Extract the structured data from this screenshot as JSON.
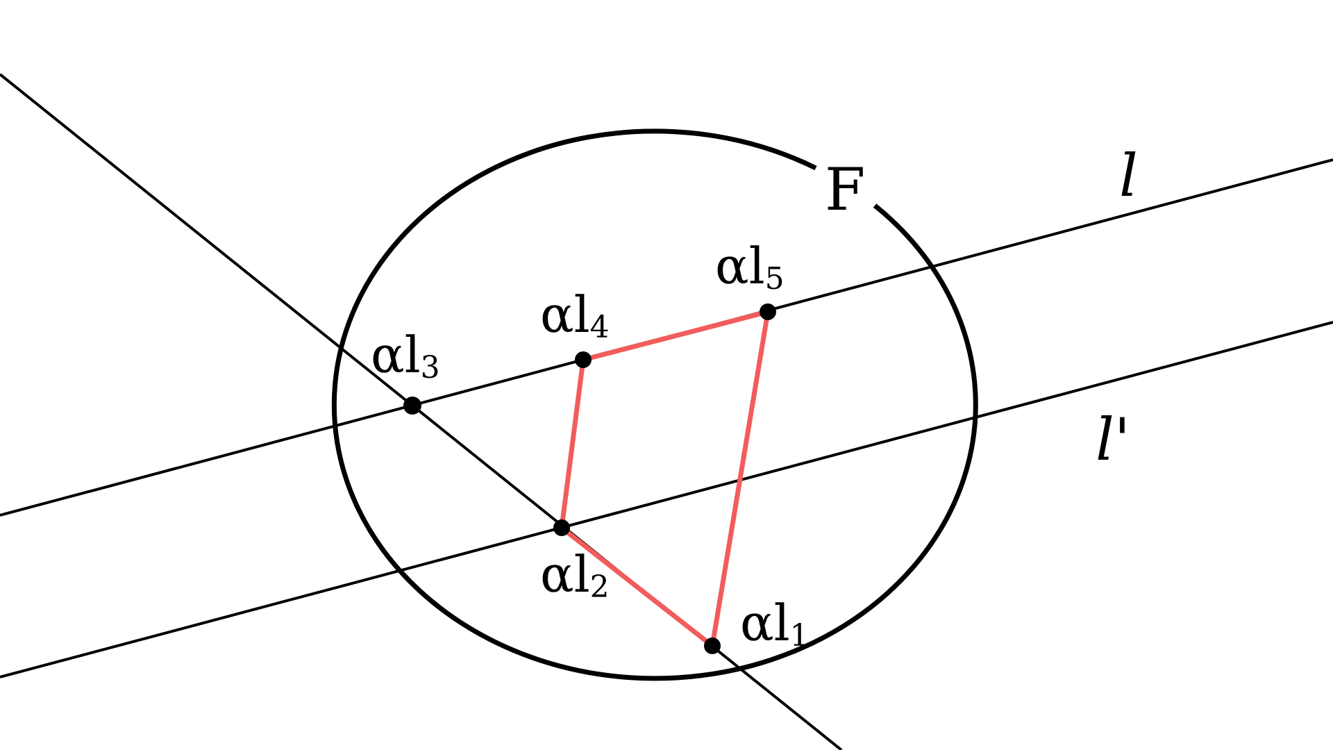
{
  "labels": {
    "curve": "F",
    "line_l": "l",
    "line_l_prime": "l'",
    "points": [
      {
        "id": "a1",
        "base": "αl",
        "sub": "1"
      },
      {
        "id": "a2",
        "base": "αl",
        "sub": "2"
      },
      {
        "id": "a3",
        "base": "αl",
        "sub": "3"
      },
      {
        "id": "a4",
        "base": "αl",
        "sub": "4"
      },
      {
        "id": "a5",
        "base": "αl",
        "sub": "5"
      }
    ]
  },
  "colors": {
    "stroke": "#000000",
    "polygon": "#f25c5c",
    "background": "#ffffff"
  }
}
